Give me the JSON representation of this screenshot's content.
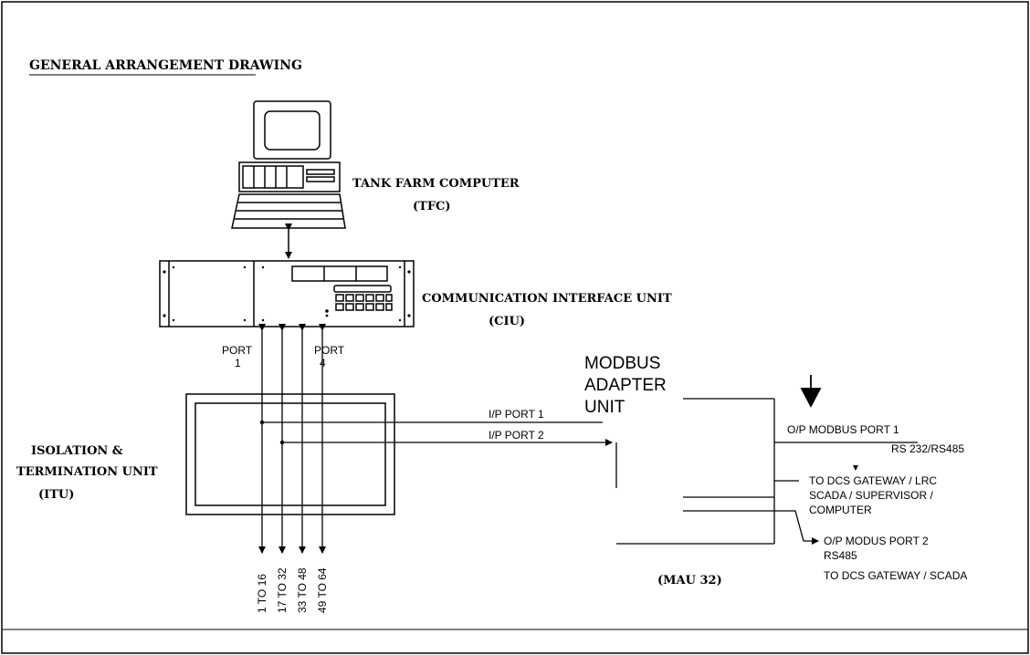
{
  "title": "GENERAL ARRANGEMENT DRAWING",
  "tfc": {
    "line1": "TANK FARM COMPUTER",
    "line2": "(TFC)"
  },
  "ciu": {
    "line1": "COMMUNICATION INTERFACE UNIT",
    "line2": "(CIU)"
  },
  "itu": {
    "line1": "ISOLATION &",
    "line2": "TERMINATION UNIT",
    "line3": "(ITU)"
  },
  "ports": {
    "p1_a": "PORT",
    "p1_b": "1",
    "p4_a": "PORT",
    "p4_b": "4"
  },
  "channels": [
    "1 TO 16",
    "17 TO 32",
    "33 TO 48",
    "49 TO 64"
  ],
  "modbus": {
    "line1": "MODBUS",
    "line2": "ADAPTER",
    "line3": "UNIT",
    "model": "(MAU 32)"
  },
  "inputs": {
    "ip1": "I/P  PORT  1",
    "ip2": "I/P  PORT  2"
  },
  "outputs": {
    "op1": "O/P  MODBUS  PORT  1",
    "op1_sub": "RS 232/RS485",
    "dcs1": "TO  DCS  GATEWAY  /  LRC",
    "dcs2": "SCADA  /  SUPERVISOR  /",
    "dcs3": "COMPUTER",
    "op2": "O/P  MODUS  PORT  2",
    "op2_sub": "RS485",
    "op2_dest": "TO  DCS  GATEWAY  /  SCADA"
  }
}
